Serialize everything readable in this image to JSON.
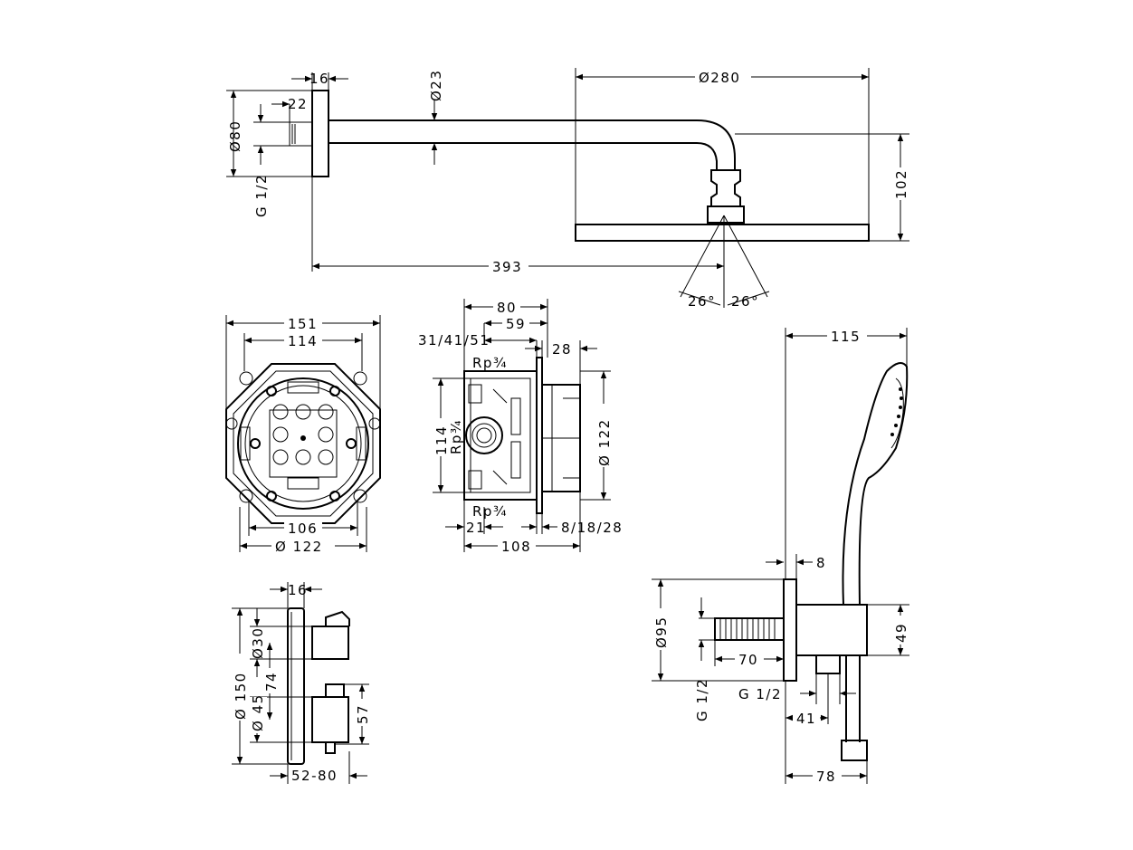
{
  "shower_arm": {
    "d_16": "16",
    "d_22": "22",
    "d_23": "Ø23",
    "d_80": "Ø80",
    "d_g12": "G 1/2",
    "d_280": "Ø280",
    "d_102": "102",
    "d_393": "393",
    "d_26a": "26°",
    "d_26b": "26°"
  },
  "box_front": {
    "d_151": "151",
    "d_114": "114",
    "d_106": "106",
    "d_122": "Ø 122"
  },
  "box_side": {
    "d_80": "80",
    "d_59": "59",
    "d_315": "31/41/51",
    "d_28": "28",
    "rp_top": "Rp¾",
    "rp_mid": "Rp¾",
    "rp_bot": "Rp¾",
    "d_114": "114",
    "d_122": "Ø 122",
    "d_21": "21",
    "d_108": "108",
    "d_81828": "8/18/28"
  },
  "thermostat": {
    "d_16": "16",
    "d_150": "Ø 150",
    "d_30": "Ø30",
    "d_74": "74",
    "d_45": "Ø 45",
    "d_57": "57",
    "d_5280": "52-80"
  },
  "hand_shower": {
    "d_115": "115",
    "d_8": "8",
    "d_95": "Ø95",
    "d_70": "70",
    "d_49": "49",
    "d_g12a": "G 1/2",
    "d_g12b": "G 1/2",
    "d_41": "41",
    "d_78": "78"
  }
}
